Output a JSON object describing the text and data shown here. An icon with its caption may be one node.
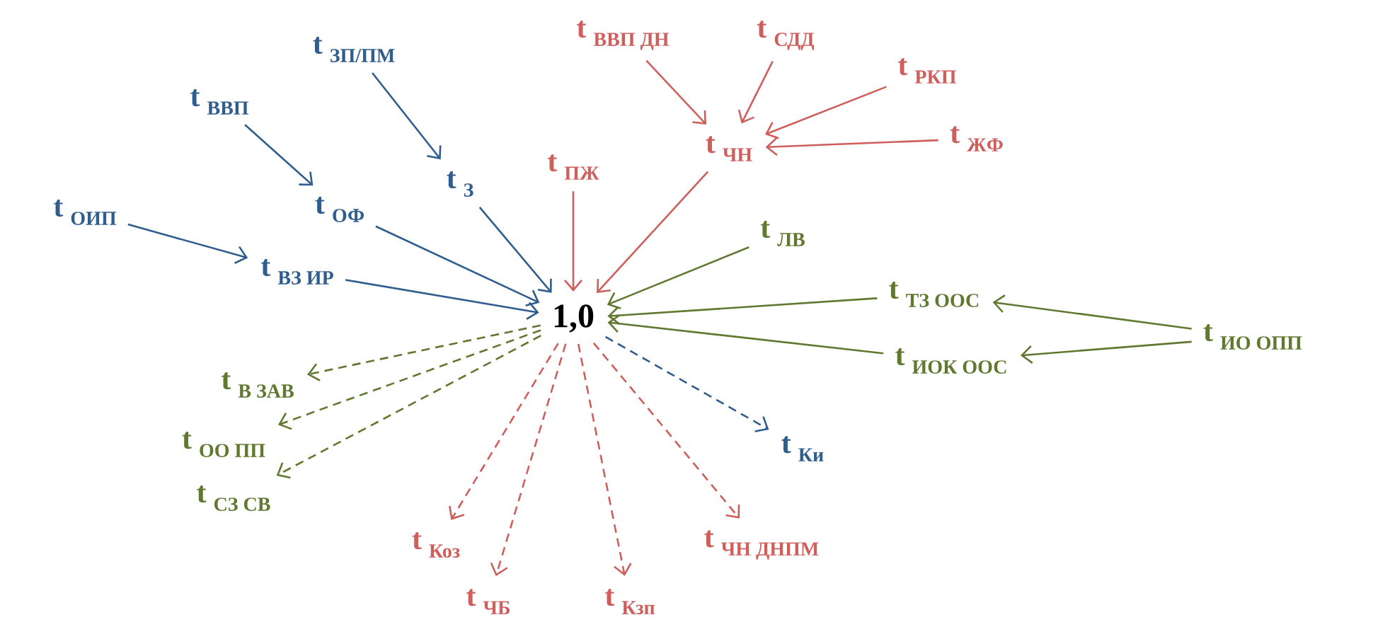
{
  "diagram": {
    "nodes": [
      {
        "text": [
          "t",
          "ЗП/ПМ"
        ]
      },
      {
        "text": [
          "t",
          "ВВП"
        ]
      },
      {
        "text": [
          "t",
          "ОИП"
        ]
      },
      {
        "text": [
          "t",
          "ОФ"
        ]
      },
      {
        "text": [
          "t",
          "З"
        ]
      },
      {
        "text": [
          "t",
          "ВЗ ИР"
        ]
      },
      {
        "text": [
          "t",
          "ВВП ДН"
        ]
      },
      {
        "text": [
          "t",
          "СДД"
        ]
      },
      {
        "text": [
          "t",
          "РКП"
        ]
      },
      {
        "text": [
          "t",
          "ЖФ"
        ]
      },
      {
        "text": [
          "t",
          "ЧН"
        ]
      },
      {
        "text": [
          "t",
          "ПЖ"
        ]
      },
      {
        "text": [
          "t",
          "ЛВ"
        ]
      },
      {
        "text": [
          "t",
          "ТЗ ООС"
        ]
      },
      {
        "text": [
          "t",
          "ИОК ООС"
        ]
      },
      {
        "text": [
          "t",
          "ИО ОПП"
        ]
      },
      {
        "text": [
          "1,0"
        ]
      },
      {
        "text": [
          "t",
          "В ЗАВ"
        ]
      },
      {
        "text": [
          "t",
          "ОО ПП"
        ]
      },
      {
        "text": [
          "t",
          "СЗ СВ"
        ]
      },
      {
        "text": [
          "t",
          "Ки"
        ]
      },
      {
        "text": [
          "t",
          "Коз"
        ]
      },
      {
        "text": [
          "t",
          "ЧБ"
        ]
      },
      {
        "text": [
          "t",
          "Кзп"
        ]
      },
      {
        "text": [
          "t",
          "ЧН ДНПМ"
        ]
      }
    ],
    "edges": [
      {
        "from": 0,
        "to": 4,
        "arrow": "to",
        "color": "#2f5d8e"
      },
      {
        "from": 1,
        "to": 3,
        "arrow": "to",
        "color": "#2f5d8e"
      },
      {
        "from": 2,
        "to": 5,
        "arrow": "to",
        "color": "#2f5d8e"
      },
      {
        "from": 3,
        "to": 16,
        "arrow": "to",
        "color": "#2f5d8e"
      },
      {
        "from": 4,
        "to": 16,
        "arrow": "to",
        "color": "#2f5d8e"
      },
      {
        "from": 5,
        "to": 16,
        "arrow": "to",
        "color": "#2f5d8e"
      },
      {
        "from": 6,
        "to": 10,
        "arrow": "to"
      },
      {
        "from": 7,
        "to": 10,
        "arrow": "to"
      },
      {
        "from": 8,
        "to": 10,
        "arrow": "to"
      },
      {
        "from": 9,
        "to": 10,
        "arrow": "to"
      },
      {
        "from": 10,
        "to": 16,
        "arrow": "to"
      },
      {
        "from": 11,
        "to": 16,
        "arrow": "to"
      },
      {
        "from": 12,
        "to": 16,
        "arrow": "to",
        "color": "#60782f"
      },
      {
        "from": 13,
        "to": 16,
        "arrow": "to",
        "color": "#60782f"
      },
      {
        "from": 14,
        "to": 16,
        "arrow": "to",
        "color": "#60782f"
      },
      {
        "from": 15,
        "to": 13,
        "arrow": "to",
        "color": "#60782f"
      },
      {
        "from": 15,
        "to": 14,
        "arrow": "to",
        "color": "#60782f"
      },
      {
        "from": 16,
        "to": 17,
        "arrow": "to",
        "style": "dashed",
        "color": "#60782f"
      },
      {
        "from": 16,
        "to": 18,
        "arrow": "to",
        "style": "dashed",
        "color": "#60782f"
      },
      {
        "from": 16,
        "to": 19,
        "arrow": "to",
        "style": "dashed",
        "color": "#60782f"
      },
      {
        "from": 16,
        "to": 20,
        "arrow": "to",
        "style": "dashed",
        "color": "#2f5d8e"
      },
      {
        "from": 16,
        "to": 21,
        "arrow": "to",
        "style": "dashed"
      },
      {
        "from": 16,
        "to": 22,
        "arrow": "to",
        "style": "dashed"
      },
      {
        "from": 16,
        "to": 23,
        "arrow": "to",
        "style": "dashed"
      },
      {
        "from": 16,
        "to": 24,
        "arrow": "to",
        "style": "dashed"
      }
    ]
  }
}
